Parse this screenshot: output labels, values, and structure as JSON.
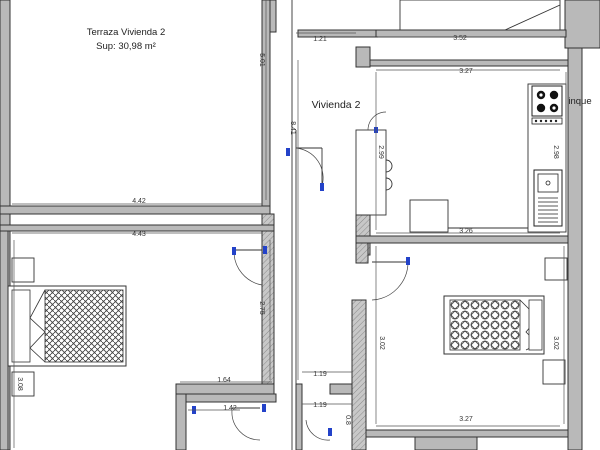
{
  "rooms": {
    "terrace_title": "Terraza Vivienda 2",
    "terrace_area": "Sup: 30,98 m²",
    "apartment": "Vivienda 2",
    "kitchen_partial": "inque"
  },
  "dims": {
    "d_1_21": "1.21",
    "d_3_52": "3.52",
    "d_5_01": "5.01",
    "d_3_27_top": "3.27",
    "d_8_41": "8.41",
    "d_2_99": "2.99",
    "d_2_98": "2.98",
    "d_4_42": "4.42",
    "d_4_43": "4.43",
    "d_3_26": "3.26",
    "d_2_75": "2.75",
    "d_3_02_left": "3.02",
    "d_3_02_right": "3.02",
    "d_3_08": "3.08",
    "d_1_64": "1.64",
    "d_1_19_a": "1.19",
    "d_1_19_b": "1.19",
    "d_1_42": "1.42",
    "d_0_8": "0.8",
    "d_3_27_bottom": "3.27"
  },
  "colors": {
    "wall_fill": "#b9b9b9",
    "line": "#333333",
    "door_marker": "#2342c9"
  }
}
